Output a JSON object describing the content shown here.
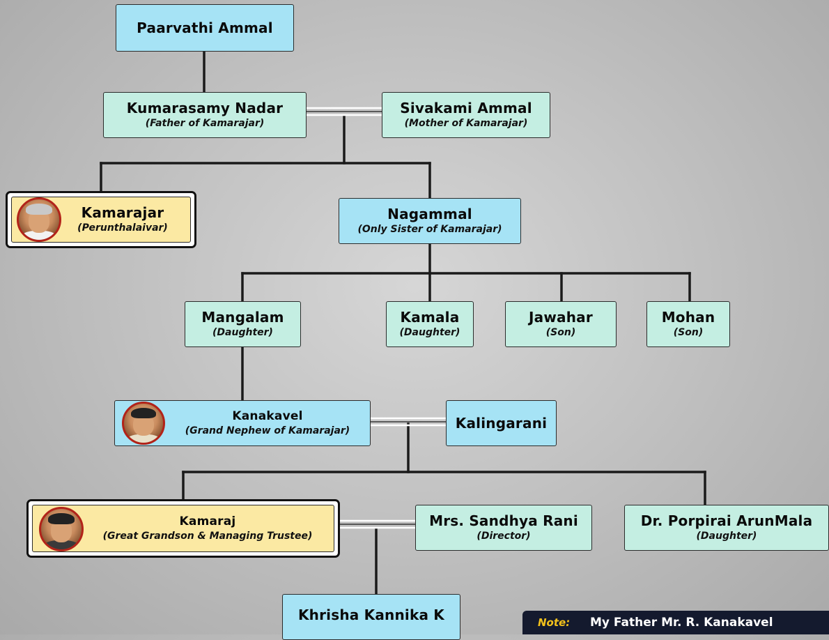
{
  "tree": {
    "paarvathi": {
      "name": "Paarvathi Ammal"
    },
    "kumarasamy": {
      "name": "Kumarasamy Nadar",
      "role": "(Father of Kamarajar)"
    },
    "sivakami": {
      "name": "Sivakami Ammal",
      "role": "(Mother of Kamarajar)"
    },
    "kamarajar": {
      "name": "Kamarajar",
      "role": "(Perunthalaivar)"
    },
    "nagammal": {
      "name": "Nagammal",
      "role": "(Only Sister of Kamarajar)"
    },
    "mangalam": {
      "name": "Mangalam",
      "role": "(Daughter)"
    },
    "kamala": {
      "name": "Kamala",
      "role": "(Daughter)"
    },
    "jawahar": {
      "name": "Jawahar",
      "role": "(Son)"
    },
    "mohan": {
      "name": "Mohan",
      "role": "(Son)"
    },
    "kanakavel": {
      "name": "Kanakavel",
      "role": "(Grand Nephew of Kamarajar)"
    },
    "kalingarani": {
      "name": "Kalingarani"
    },
    "kamaraj": {
      "name": "Kamaraj",
      "role": "(Great Grandson & Managing Trustee)"
    },
    "sandhya": {
      "name": "Mrs. Sandhya Rani",
      "role": "(Director)"
    },
    "porpirai": {
      "name": "Dr. Porpirai ArunMala",
      "role": "(Daughter)"
    },
    "khrisha": {
      "name": "Khrisha Kannika K"
    }
  },
  "note": {
    "label": "Note:",
    "text": "My Father Mr. R. Kanakavel"
  },
  "colors": {
    "parent_box": "#a6e3f5",
    "relative_box": "#c4eee2",
    "highlight_box": "#fbe9a3",
    "avatar_ring": "#b22319",
    "note_bg": "#141a2e",
    "note_label": "#f3c21b"
  }
}
